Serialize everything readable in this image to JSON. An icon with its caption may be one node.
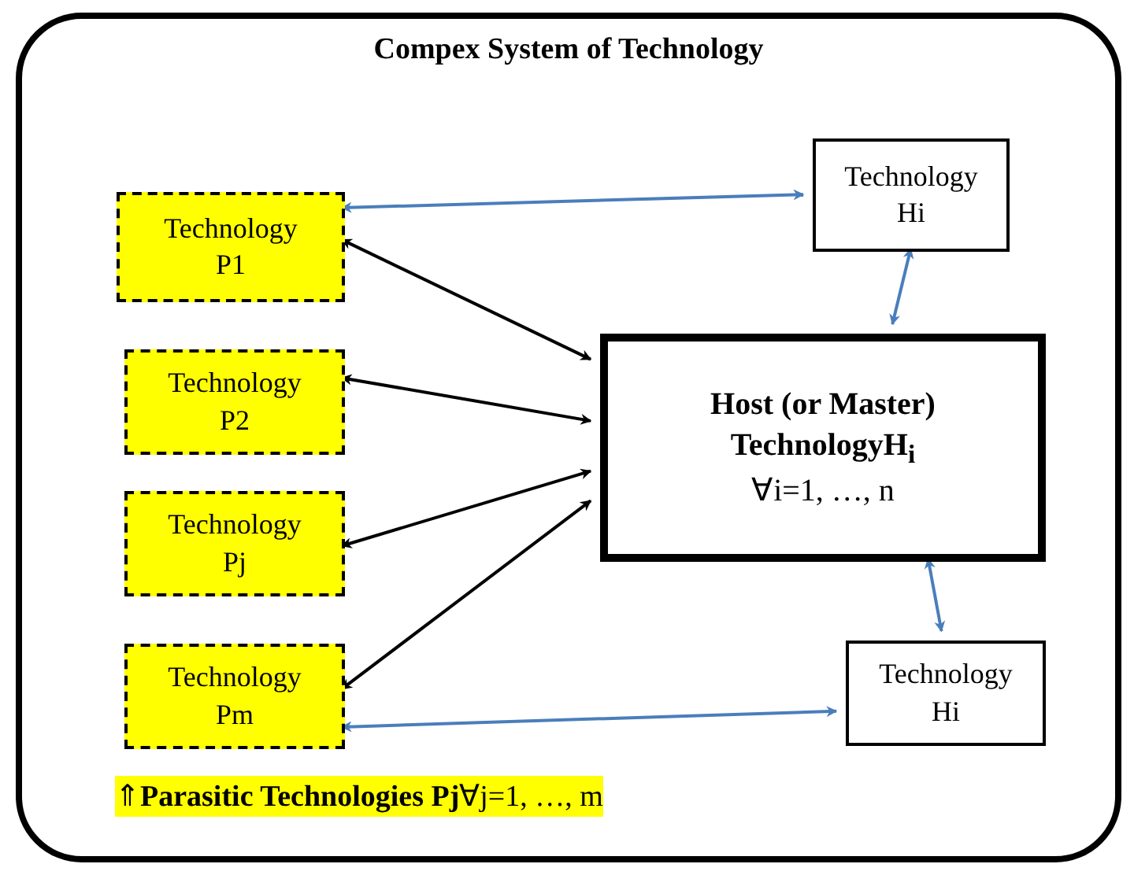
{
  "diagram": {
    "nodes": [
      {
        "text": [
          "Compex System of Technology"
        ]
      },
      {
        "text": [
          "Technology P1"
        ],
        "in": 0
      },
      {
        "text": [
          "Technology Hi"
        ],
        "in": 0
      },
      {
        "text": [
          "Technology P2"
        ],
        "in": 0
      },
      {
        "text": [
          "Host (or Master) TechnologyH$_{i}$",
          "∀i=1, …, n"
        ],
        "in": 0
      },
      {
        "text": [
          "Technology Pj"
        ],
        "in": 0
      },
      {
        "text": [
          "Technology Pm"
        ],
        "in": 0
      },
      {
        "text": [
          "Technology Hi"
        ],
        "in": 0
      }
    ],
    "edges": [
      {
        "from": 1,
        "to": 2,
        "arrow": "both",
        "color": "#4a7ebb"
      },
      {
        "from": 1,
        "to": 4,
        "arrow": "both",
        "color": "#000000"
      },
      {
        "from": 3,
        "to": 4,
        "arrow": "both",
        "color": "#000000"
      },
      {
        "from": 5,
        "to": 4,
        "arrow": "both",
        "color": "#000000"
      },
      {
        "from": 6,
        "to": 4,
        "arrow": "both",
        "color": "#000000"
      },
      {
        "from": 6,
        "to": 7,
        "arrow": "both",
        "color": "#4a7ebb"
      },
      {
        "from": 2,
        "to": 4,
        "arrow": "both",
        "color": "#4a7ebb"
      },
      {
        "from": 4,
        "to": 7,
        "arrow": "both",
        "color": "#4a7ebb"
      }
    ],
    "labels": [
      "⇑**Parasitic Technologies Pj**∀j=1, …, m"
    ]
  }
}
